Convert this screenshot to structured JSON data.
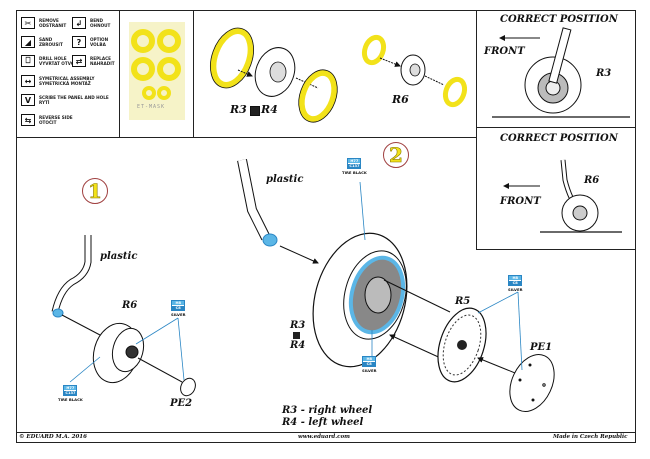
{
  "legend": {
    "items": [
      {
        "icon": "remove-icon",
        "glyph": "✂",
        "text": "REMOVE\nODSTRANIT"
      },
      {
        "icon": "bend-icon",
        "glyph": "↲",
        "text": "BEND\nOHNOUT"
      },
      {
        "icon": "sand-icon",
        "glyph": "◢",
        "text": "SAND\nZBROUSIT"
      },
      {
        "icon": "option-icon",
        "glyph": "?",
        "text": "OPTION\nVOLBA"
      },
      {
        "icon": "drill-hole-icon",
        "glyph": "⎕",
        "text": "DRILL HOLE\nVYVRTAT OTVOR"
      },
      {
        "icon": "replace-icon",
        "glyph": "⇄",
        "text": "REPLACE\nNAHRADIT"
      },
      {
        "icon": "symmetrical-assembly-icon",
        "glyph": "↔",
        "text": "SYMETRICAL ASSEMBLY\nSYMETRICKÁ MONTÁŽ"
      },
      {
        "icon": "open-hole-icon",
        "glyph": "V",
        "text": "SCRIBE THE PANEL AND HOLE\nRYTÍ"
      },
      {
        "icon": "reverse-side-icon",
        "glyph": "⇆",
        "text": "REVERSE SIDE\nOTOČIT"
      }
    ]
  },
  "mask_sheet": {
    "caption": "ET-MASK"
  },
  "masking_parts": {
    "main_wheel_label_a": "R3",
    "main_wheel_label_b": "R4",
    "tail_wheel_label": "R6"
  },
  "correct_position_main": {
    "title": "CORRECT POSITION",
    "front_label": "FRONT",
    "part_label": "R3"
  },
  "correct_position_tail": {
    "title": "CORRECT POSITION",
    "front_label": "FRONT",
    "part_label": "R6"
  },
  "step1": {
    "number": "1",
    "plastic_label": "plastic",
    "wheel_label": "R6",
    "disc_label": "PE2",
    "paint_silver": {
      "code1": "H8",
      "code2": "C8",
      "name": "SILVER"
    },
    "paint_tire": {
      "code1": "H77",
      "code2": "C137",
      "name": "TIRE BLACK"
    }
  },
  "step2": {
    "number": "2",
    "plastic_label": "plastic",
    "wheel_label_a": "R3",
    "wheel_label_b": "R4",
    "hub_label": "R5",
    "disc_label": "PE1",
    "paint_tire": {
      "code1": "H77",
      "code2": "C137",
      "name": "TIRE BLACK"
    },
    "paint_silver_hub": {
      "code1": "H8",
      "code2": "C8",
      "name": "SILVER"
    },
    "paint_silver_disc": {
      "code1": "H8",
      "code2": "C8",
      "name": "SILVER"
    },
    "note_line1": "R3 - right wheel",
    "note_line2": "R4 - left wheel"
  },
  "footer": {
    "copyright": "© EDUARD M.A. 2016",
    "website": "www.eduard.com",
    "origin": "Made in Czech Republic"
  },
  "colors": {
    "mask_yellow": "#f2e21a",
    "mask_sheet_bg": "#f6f3c8",
    "paint_blue": "#5bb6e6",
    "step_circle": "#a04040"
  }
}
